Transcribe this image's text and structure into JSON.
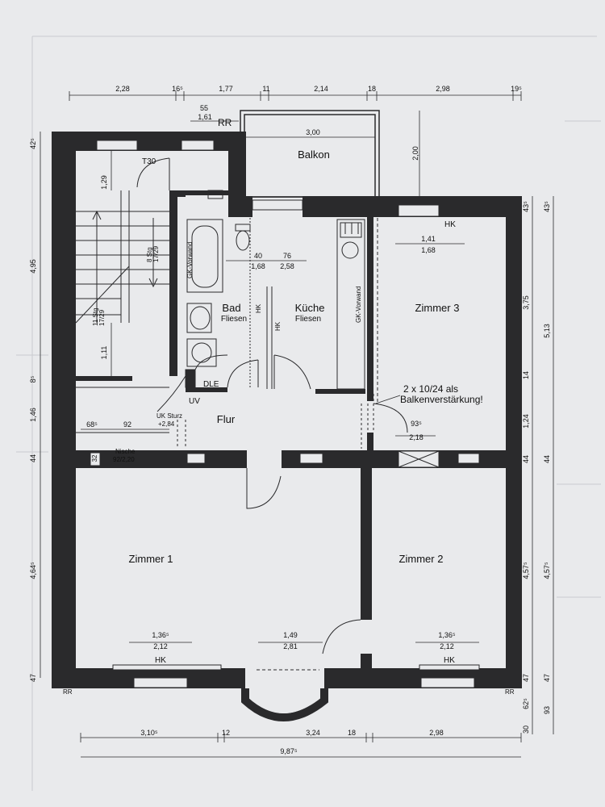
{
  "rooms": {
    "balkon": "Balkon",
    "bad": "Bad",
    "bad_sub": "Fliesen",
    "kueche": "Küche",
    "kueche_sub": "Fliesen",
    "zimmer3": "Zimmer 3",
    "flur": "Flur",
    "zimmer1": "Zimmer 1",
    "zimmer2": "Zimmer 2"
  },
  "labels": {
    "rr_top": "RR",
    "rr_left": "RR",
    "rr_right": "RR",
    "t30": "T30",
    "gk_vorwand_bad": "GK-Vorwand",
    "gk_vorwand_kueche": "GK-Vorwand",
    "hk_bad": "HK",
    "hk_kueche": "HK",
    "hk_zimmer3": "HK",
    "hk_zimmer1": "HK",
    "hk_zimmer2": "HK",
    "dle": "DLE",
    "uv": "UV",
    "uk_sturz": "UK Sturz",
    "uk_sturz_val": "+2,84",
    "nische": "Nische",
    "nische_val": "92/2,20",
    "stair_top": "8 Stg",
    "stair_top2": "17/29",
    "stair_bottom": "11 Stg",
    "stair_bottom2": "17/29",
    "note_line1": "2 x 10/24 als",
    "note_line2": "Balkenverstärkung!"
  },
  "dims": {
    "top": [
      "2,28",
      "16⁵",
      "1,77",
      "11",
      "2,14",
      "18",
      "2,98",
      "19⁵"
    ],
    "top_55": "55",
    "top_161": "1,61",
    "balkon_w": "3,00",
    "balkon_h": "2,00",
    "left": [
      "42⁵",
      "4,95",
      "8⁵",
      "1,46",
      "44",
      "4,64⁵",
      "47"
    ],
    "left_129": "1,29",
    "left_111": "1,11",
    "flur_685": "68⁵",
    "flur_92": "92",
    "nische_32": "32",
    "bad_40": "40",
    "bad_168": "1,68",
    "bad_76": "76",
    "bad_258": "2,58",
    "z3_141": "1,41",
    "z3_168": "1,68",
    "z3_935": "93⁵",
    "z3_218": "2,18",
    "right_inner": [
      "43⁵",
      "3,75",
      "14",
      "1,24",
      "44",
      "4,57⁵",
      "47",
      "62⁵",
      "30"
    ],
    "right_outer": [
      "43⁵",
      "5,13",
      "44",
      "4,57⁵",
      "47",
      "93"
    ],
    "z1_1365": "1,36⁵",
    "z1_212": "2,12",
    "mid_149": "1,49",
    "mid_281": "2,81",
    "z2_1365": "1,36⁵",
    "z2_212": "2,12",
    "bottom": [
      "3,10⁵",
      "12",
      "3,24",
      "18",
      "2,98"
    ],
    "bottom_total": "9,87⁵"
  }
}
